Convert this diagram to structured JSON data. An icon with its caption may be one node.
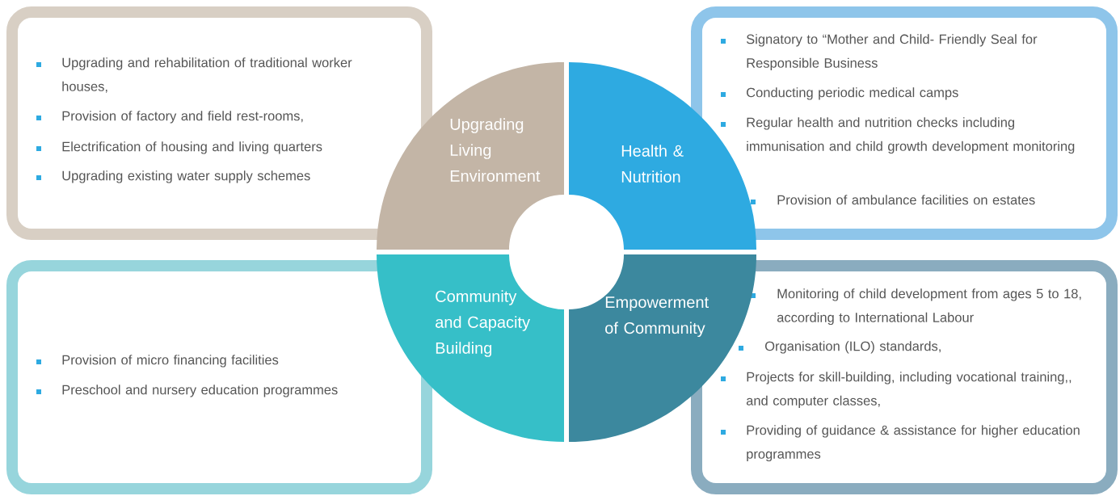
{
  "diagram": {
    "nodes": [
      {
        "text": [
          "Upgrading and rehabilitation of traditional worker houses,",
          "Provision of factory and field rest-rooms,",
          "Electrification of housing and living quarters",
          "Upgrading existing water supply schemes"
        ]
      },
      {
        "text": [
          "Upgrading Living Environment"
        ]
      },
      {
        "text": [
          "Health & Nutrition"
        ]
      },
      {
        "text": [
          "Signatory to “Mother and Child- Friendly Seal for Responsible Business",
          "Conducting periodic medical camps",
          "Regular health and nutrition checks including immunisation and child growth development monitoring",
          "Provision of ambulance facilities on estates"
        ]
      },
      {
        "text": [
          "Provision of micro financing facilities",
          "Preschool and nursery education programmes"
        ]
      },
      {
        "text": [
          "Community and Capacity Building"
        ]
      },
      {
        "text": [
          "Empowerment of Community"
        ]
      },
      {
        "text": [
          "Monitoring of child development from ages 5 to 18, according to International Labour",
          "Organisation (ILO) standards,",
          "Projects for skill-building, including vocational training,, and computer classes,",
          "Providing of guidance & assistance for higher education programmes"
        ]
      }
    ]
  }
}
